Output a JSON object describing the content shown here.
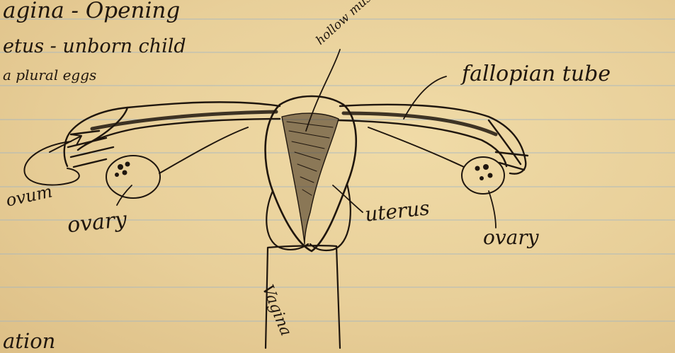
{
  "page": {
    "paper_color": "#ecd49f",
    "rule_color": "#9bb3c7",
    "ink_color": "#1f160e"
  },
  "notes": [
    {
      "id": "note-vagina",
      "text": "agina - Opening"
    },
    {
      "id": "note-fetus",
      "text": "etus - unborn child"
    },
    {
      "id": "note-plural",
      "text": "a plural eggs"
    },
    {
      "id": "note-bottom",
      "text": "ation"
    }
  ],
  "labels": {
    "hollow_muscle": "hollow muscle tissue",
    "fallopian_tube": "fallopian tube",
    "ovum": "ovum",
    "ovary_left": "ovary",
    "ovary_right": "ovary",
    "uterus": "uterus",
    "vagina": "Vagina"
  }
}
